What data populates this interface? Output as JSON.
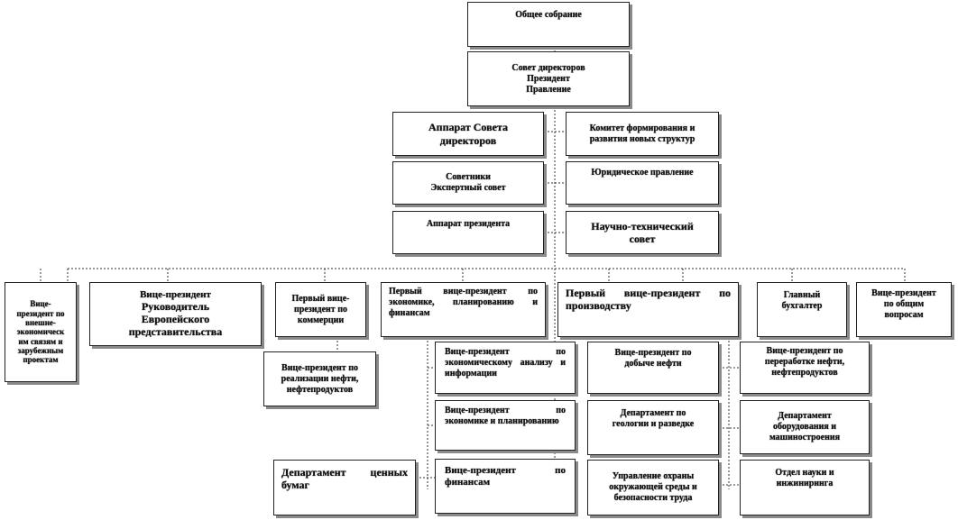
{
  "boxes": {
    "general_meeting": "Общее собрание",
    "board": [
      "Совет директоров",
      "Президент",
      "Правление"
    ],
    "board_apparatus": [
      "Аппарат Совета",
      "директоров"
    ],
    "committee": [
      "Комитет формирования и",
      "развития новых структур"
    ],
    "advisors": [
      "Советники",
      "Экспертный совет"
    ],
    "legal": "Юридическое правление",
    "president_apparatus": "Аппарат президента",
    "scitech": [
      "Научно-технический",
      "совет"
    ],
    "vp_foreign": [
      "Вице-",
      "президент по",
      "внешне-",
      "экономическ",
      "им связям и",
      "зарубежным",
      "проектам"
    ],
    "vp_europe": [
      "Вице-президент",
      "Руководитель",
      "Европейского",
      "представительства"
    ],
    "fvp_commerce": [
      "Первый вице-",
      "президент по",
      "коммерции"
    ],
    "vp_oil_sales": [
      "Вице-президент по",
      "реализации нефти,",
      "нефтепродуктов"
    ],
    "fvp_economy": "Первый вице-президент по экономике, планированию и финансам",
    "vp_analysis": "Вице-президент по экономическому анализу и информации",
    "vp_planning": "Вице-президент по экономике и планированию",
    "vp_finance": "Вице-президент по финансам",
    "securities": "Департамент ценных бумаг",
    "fvp_production": "Первый вице-президент по производству",
    "vp_extraction": [
      "Вице-президент по",
      "добыче нефти"
    ],
    "geology": [
      "Департамент по",
      "геологии и разведке"
    ],
    "environment": [
      "Управление охраны",
      "окружающей среды и",
      "безопасности труда"
    ],
    "vp_refining": [
      "Вице-президент по",
      "переработке нефти,",
      "нефтепродуктов"
    ],
    "equipment": [
      "Департамент",
      "оборудования и",
      "машиностроения"
    ],
    "science": [
      "Отдел науки и",
      "инжиниринга"
    ],
    "chief_accountant": [
      "Главный",
      "бухгалтер"
    ],
    "vp_general": [
      "Вице-президент",
      "по общим",
      "вопросам"
    ]
  }
}
